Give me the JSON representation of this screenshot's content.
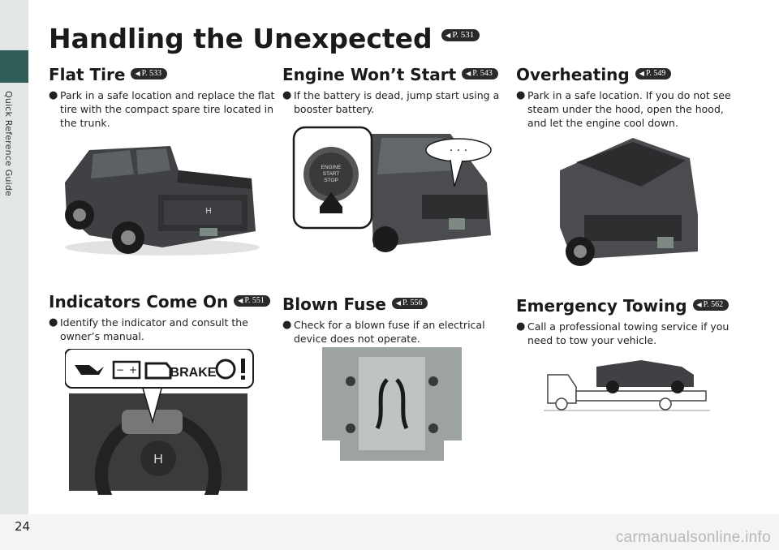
{
  "sidebar": {
    "label": "Quick Reference Guide"
  },
  "page": {
    "title": "Handling the Unexpected",
    "title_ref": "P. 531",
    "number": "24"
  },
  "sections": {
    "flat_tire": {
      "title": "Flat Tire",
      "ref": "P. 533",
      "text": "Park in a safe location and replace the flat tire with the compact spare tire located in the trunk."
    },
    "engine_wont_start": {
      "title": "Engine Won’t Start",
      "ref": "P. 543",
      "text": "If the battery is dead, jump start using a booster battery."
    },
    "overheating": {
      "title": "Overheating",
      "ref": "P. 549",
      "text": "Park in a safe location. If you do not see steam under the hood, open the hood, and let the engine cool down."
    },
    "indicators": {
      "title": "Indicators Come On",
      "ref": "P. 551",
      "text": "Identify the indicator and consult the owner’s manual."
    },
    "blown_fuse": {
      "title": "Blown Fuse",
      "ref": "P. 556",
      "text": "Check for a blown fuse if an electrical device does not operate."
    },
    "towing": {
      "title": "Emergency Towing",
      "ref": "P. 562",
      "text": "Call a professional towing service if you need to tow your vehicle."
    }
  },
  "illustrations": {
    "engine_button": {
      "line1": "ENGINE",
      "line2": "START",
      "line3": "STOP"
    },
    "speech_bubble": "· · ·",
    "brake_label": "BRAKE",
    "battery_minus": "−",
    "battery_plus": "+"
  },
  "watermark": "carmanualsonline.info",
  "bullet_char": "●",
  "ref_arrow": "◀"
}
